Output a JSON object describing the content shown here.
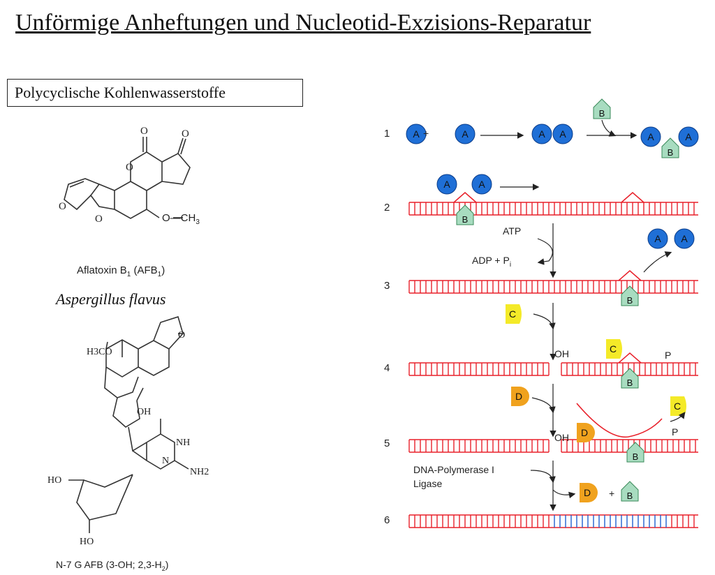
{
  "title": "Unförmige Anheftungen und Nucleotid-Exzisions-Reparatur",
  "box_label": "Polycyclische Kohlenwasserstoffe",
  "chem1": {
    "name_prefix": "Aflatoxin B",
    "name_sub": "1",
    "name_paren": " (AFB",
    "name_paren_sub": "1",
    "name_close": ")",
    "organism": "Aspergillus flavus",
    "o_labels": [
      "O",
      "O",
      "O",
      "O",
      "O",
      "O"
    ],
    "methoxy": "O—CH",
    "methoxy_sub": "3"
  },
  "chem2": {
    "h3co": "H3CO",
    "oh": "OH",
    "o": "O",
    "nh": "NH",
    "n": "N",
    "nh2": "NH2",
    "ho": "HO",
    "name_prefix": "N-7 G AFB (3-OH; 2,3-H",
    "name_sub": "2",
    "name_close": ")"
  },
  "diagram": {
    "steps": [
      "1",
      "2",
      "3",
      "4",
      "5",
      "6"
    ],
    "atp": "ATP",
    "adp": "ADP + P",
    "adp_sub": "i",
    "oh": "OH",
    "p": "P",
    "polymerase": "DNA-Polymerase I",
    "ligase": "Ligase",
    "plus": "+",
    "proteins": {
      "A": "A",
      "B": "B",
      "C": "C",
      "D": "D"
    },
    "colors": {
      "A": "#1f6fd6",
      "B": "#a8dcc0",
      "C": "#f4ea28",
      "D": "#f0a21e",
      "dna": "#e8202a",
      "repair": "#1f5fd0"
    }
  }
}
